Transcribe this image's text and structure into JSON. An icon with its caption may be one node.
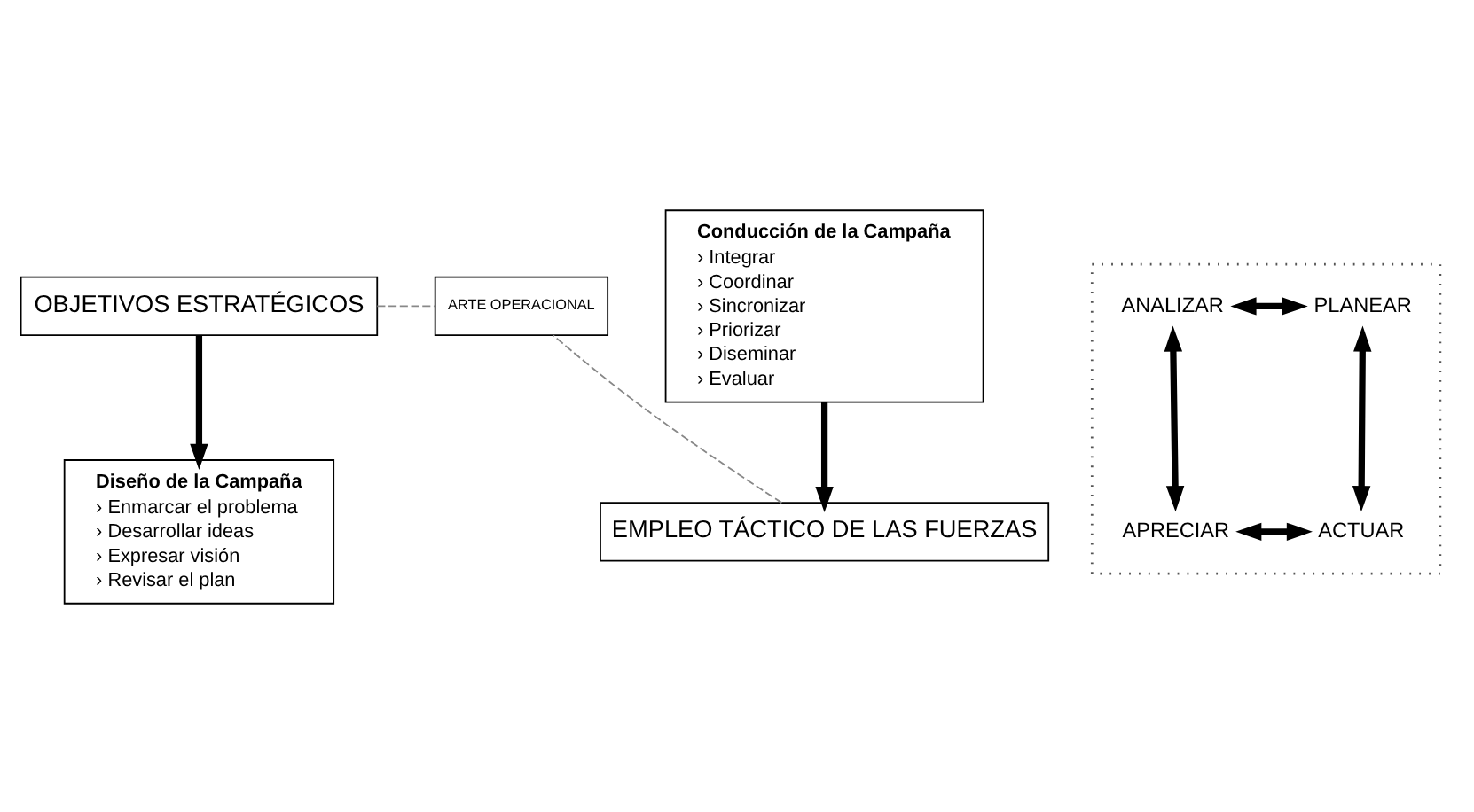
{
  "diagram": {
    "nodes": [
      {
        "text": [
          "OBJETIVOS ESTRATÉGICOS"
        ]
      },
      {
        "text": [
          "Diseño de la Campaña",
          "› Enmarcar el problema",
          "› Desarrollar ideas",
          "› Expresar visión",
          "› Revisar el plan"
        ]
      },
      {
        "text": [
          "Conducción de la Campaña",
          "› Integrar",
          "› Coordinar",
          "› Sincronizar",
          "› Priorizar",
          "› Diseminar",
          "› Evaluar"
        ]
      },
      {
        "text": [],
        "shape": "box"
      },
      {
        "text": [
          "ANALIZAR"
        ],
        "in": 3
      },
      {
        "text": [
          "PLANEAR"
        ],
        "in": 3
      },
      {
        "text": [
          "ACTUAR"
        ],
        "in": 3
      },
      {
        "text": [
          "APRECIAR"
        ],
        "in": 3
      },
      {
        "text": [
          "EMPLEO TÁCTICO DE LAS FUERZAS"
        ]
      },
      {
        "text": [
          "ARTE OPERACIONAL"
        ]
      }
    ],
    "edges": [
      {
        "from": 0,
        "to": 1,
        "arrow": "to"
      },
      {
        "from": 4,
        "to": 5,
        "arrow": "both"
      },
      {
        "from": 5,
        "to": 6,
        "arrow": "both"
      },
      {
        "from": 6,
        "to": 7,
        "arrow": "both"
      },
      {
        "from": 7,
        "to": 4,
        "arrow": "both"
      },
      {
        "from": 2,
        "to": 8,
        "arrow": "to"
      },
      {
        "from": 0,
        "to": 9,
        "arrow": "none",
        "style": "dashed",
        "color": "#888888"
      },
      {
        "from": 8,
        "to": 9,
        "arrow": "none",
        "style": "dashed",
        "color": "#888888"
      }
    ]
  }
}
